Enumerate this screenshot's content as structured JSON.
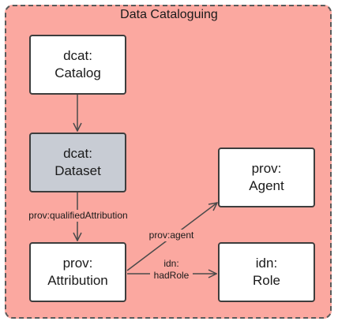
{
  "container": {
    "title": "Data Cataloguing"
  },
  "nodes": {
    "catalog": {
      "line1": "dcat:",
      "line2": "Catalog"
    },
    "dataset": {
      "line1": "dcat:",
      "line2": "Dataset"
    },
    "attribution": {
      "line1": "prov:",
      "line2": "Attribution"
    },
    "agent": {
      "line1": "prov:",
      "line2": "Agent"
    },
    "role": {
      "line1": "idn:",
      "line2": "Role"
    }
  },
  "edges": {
    "qualified_attribution": {
      "label": "prov:qualifiedAttribution"
    },
    "agent_link": {
      "label": "prov:agent"
    },
    "had_role": {
      "line1": "idn:",
      "line2": "hadRole"
    }
  },
  "colors": {
    "container_fill": "#fba8a0",
    "highlight_fill": "#c8ccd4",
    "line": "#4a4a4a"
  }
}
